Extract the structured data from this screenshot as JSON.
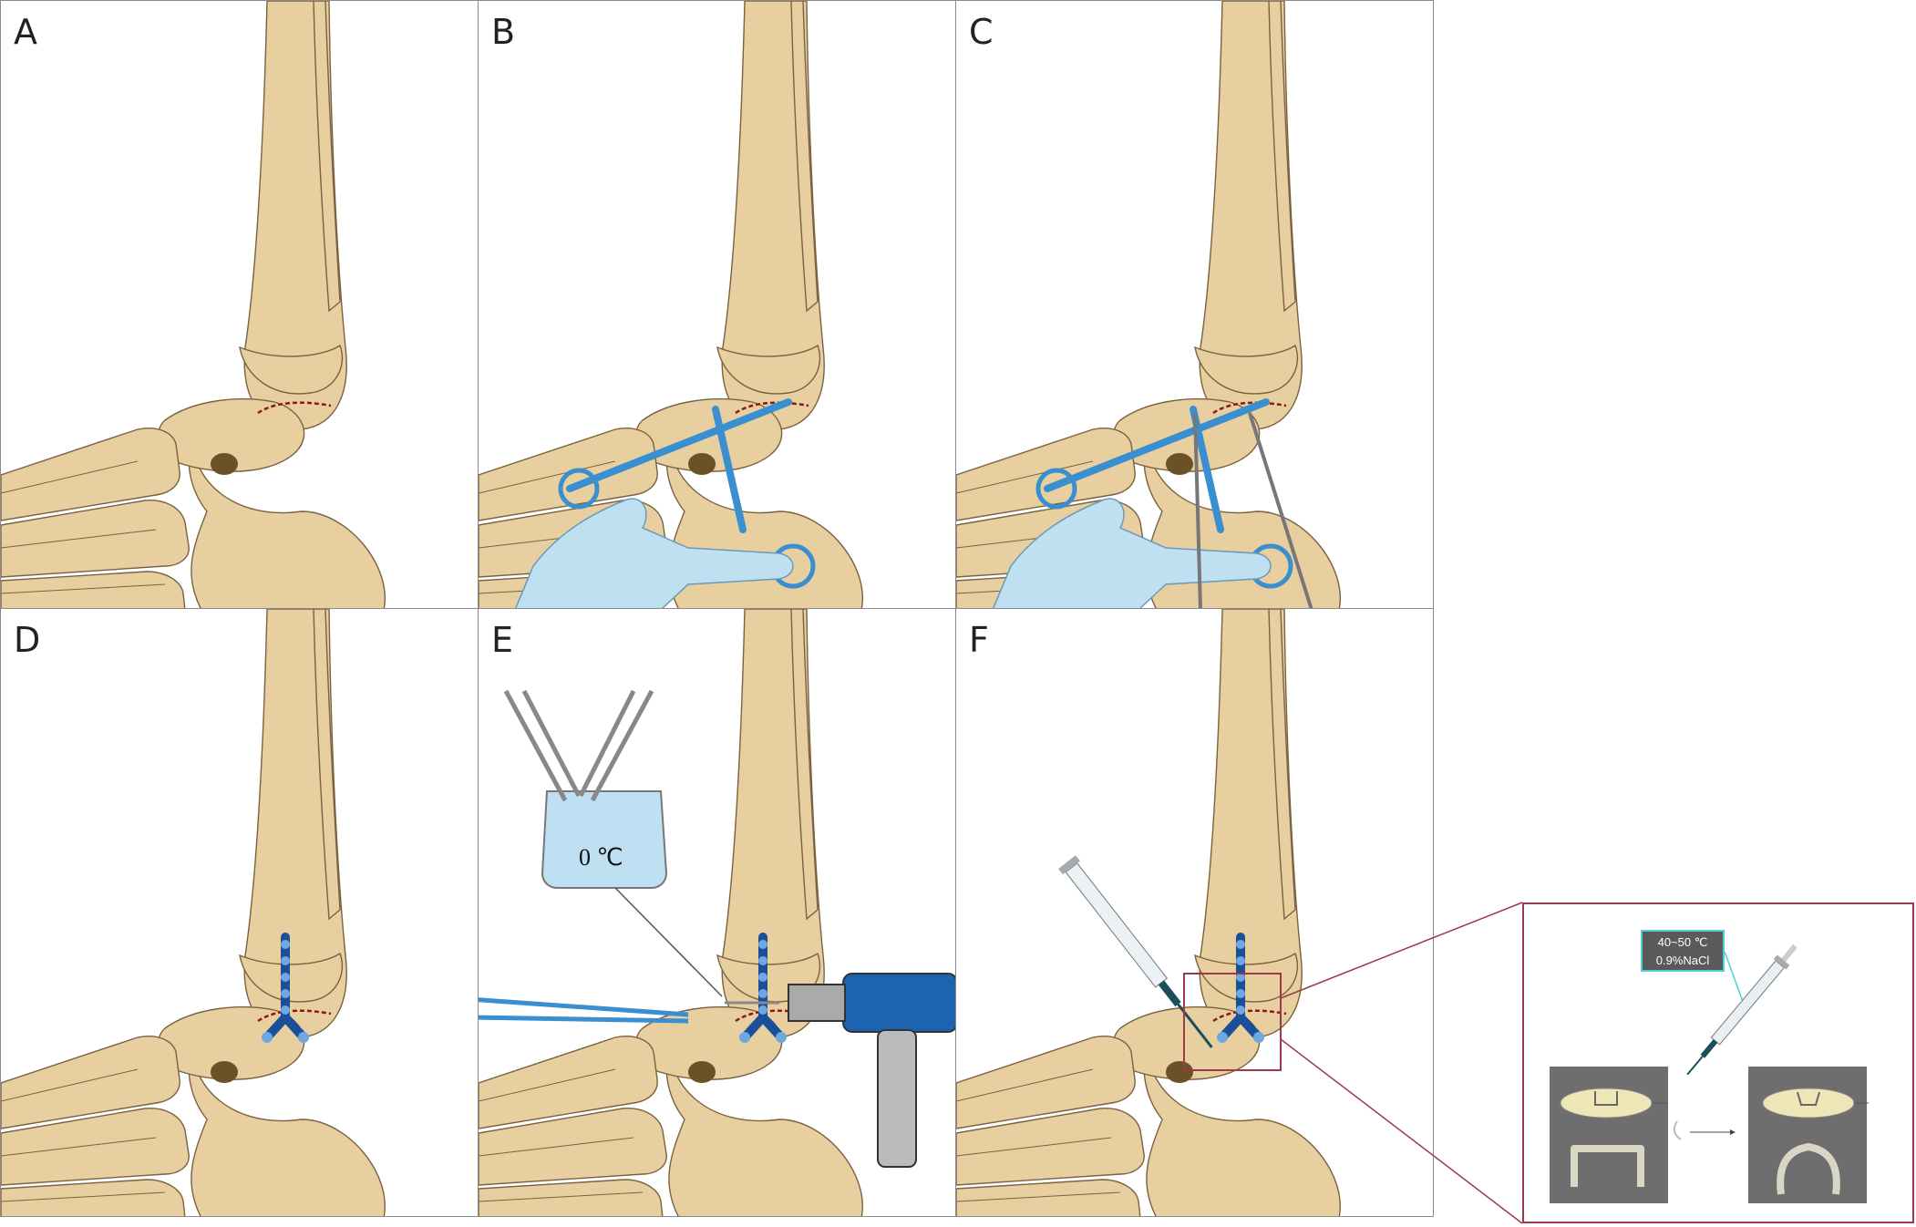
{
  "panels": [
    {
      "id": "A",
      "label": "A"
    },
    {
      "id": "B",
      "label": "B"
    },
    {
      "id": "C",
      "label": "C"
    },
    {
      "id": "D",
      "label": "D"
    },
    {
      "id": "E",
      "label": "E"
    },
    {
      "id": "F",
      "label": "F"
    }
  ],
  "annotations": {
    "ice_bath_temp": "0 ℃",
    "saline_temp": "40~50 ℃",
    "saline_solution": "0.9%NaCl"
  },
  "colors": {
    "bone": "#e8cfa0",
    "bone_outline": "#7a6240",
    "fracture_line": "#8b1a1a",
    "clamp_blue": "#3a8fd0",
    "glove": "#bfe0f0",
    "implant_blue": "#1c4f9a",
    "inset_border": "#9b3a4a",
    "label_border": "#4fd0d8"
  }
}
